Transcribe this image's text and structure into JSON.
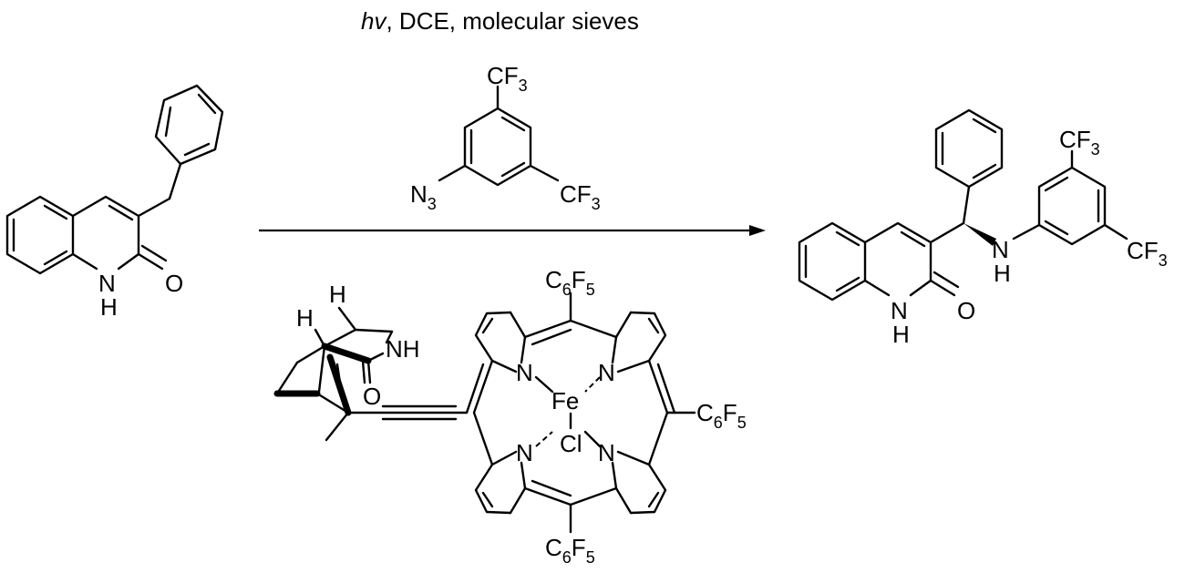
{
  "conditions": {
    "hv": "hv",
    "rest": ", DCE, molecular sieves"
  },
  "azide_reagent": {
    "top_substituent": {
      "main": "CF",
      "sub": "3"
    },
    "right_substituent": {
      "main": "CF",
      "sub": "3"
    },
    "azide": {
      "main": "N",
      "sub": "3"
    }
  },
  "starting_material": {
    "nh": "N",
    "h": "H",
    "o": "O"
  },
  "product": {
    "nh_amine": "N",
    "h_amine": "H",
    "nh_lactam": "N",
    "h_lactam": "H",
    "o": "O",
    "cf3_top": {
      "main": "CF",
      "sub": "3"
    },
    "cf3_right": {
      "main": "CF",
      "sub": "3"
    }
  },
  "catalyst": {
    "metal": "Fe",
    "axial": "Cl",
    "pyrrole_n": "N",
    "meso_substituent": {
      "c": "C",
      "c_sub": "6",
      "f": "F",
      "f_sub": "5"
    },
    "lactam_nh": "NH",
    "lactam_o": "O",
    "h_label": "H"
  }
}
